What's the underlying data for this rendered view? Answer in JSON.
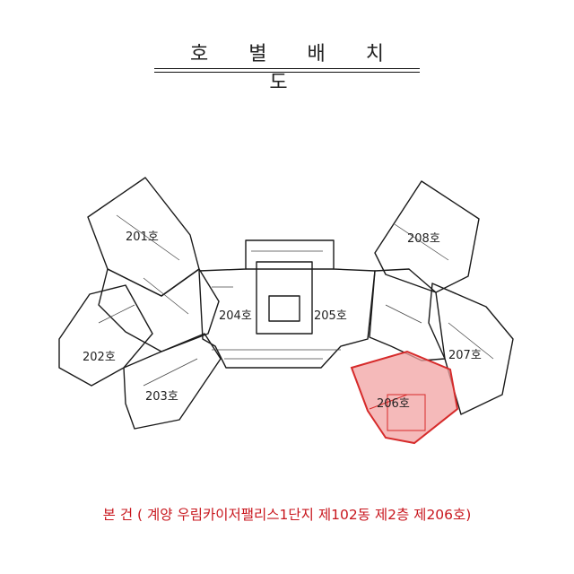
{
  "title": "호 별 배 치 도",
  "units": {
    "u201": "201호",
    "u202": "202호",
    "u203": "203호",
    "u204": "204호",
    "u205": "205호",
    "u206": "206호",
    "u207": "207호",
    "u208": "208호"
  },
  "highlight_color": "#d62b2b",
  "caption": "본 건 ( 계양 우림카이저팰리스1단지 제102동 제2층 제206호)"
}
